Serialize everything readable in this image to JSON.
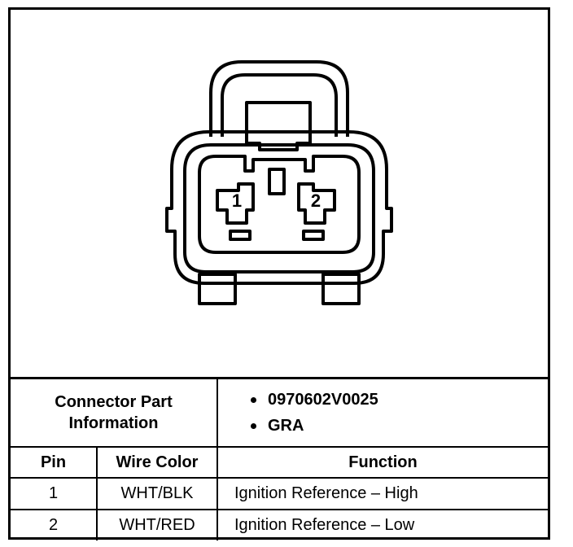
{
  "connector": {
    "pin_labels": [
      "1",
      "2"
    ]
  },
  "table": {
    "part_info_label_line1": "Connector Part",
    "part_info_label_line2": "Information",
    "part_values": [
      "0970602V0025",
      "GRA"
    ],
    "headers": {
      "pin": "Pin",
      "wire_color": "Wire Color",
      "function": "Function"
    },
    "rows": [
      {
        "pin": "1",
        "wire_color": "WHT/BLK",
        "function": "Ignition Reference – High"
      },
      {
        "pin": "2",
        "wire_color": "WHT/RED",
        "function": "Ignition Reference – Low"
      }
    ]
  }
}
